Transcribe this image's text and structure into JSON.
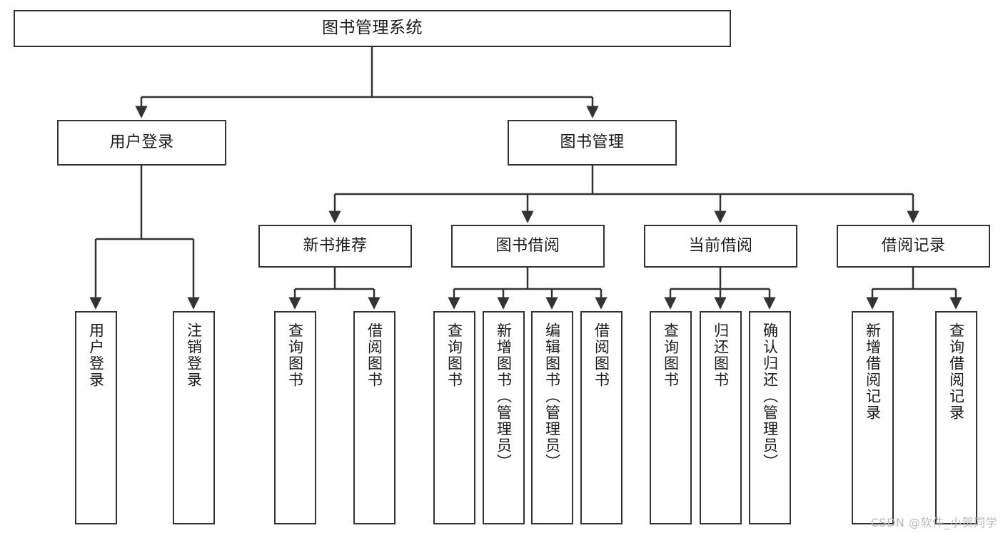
{
  "diagram": {
    "title": "图书管理系统",
    "type": "function-structure-tree",
    "line_color": "#333333",
    "box_fill": "#ffffff",
    "text_color": "#1a1a1a",
    "root": {
      "id": "root",
      "label": "图书管理系统"
    },
    "tier2": [
      {
        "id": "user-login",
        "label": "用户登录"
      },
      {
        "id": "book-manage",
        "label": "图书管理"
      }
    ],
    "tier3": [
      {
        "id": "new-book-rec",
        "label": "新书推荐"
      },
      {
        "id": "book-borrow",
        "label": "图书借阅"
      },
      {
        "id": "current-borrow",
        "label": "当前借阅"
      },
      {
        "id": "borrow-record",
        "label": "借阅记录"
      }
    ],
    "leaves": {
      "user_login": [
        {
          "id": "leaf-user-login",
          "label": "用户登录"
        },
        {
          "id": "leaf-logout",
          "label": "注销登录"
        }
      ],
      "new_book_rec": [
        {
          "id": "leaf-query-book-1",
          "label": "查询图书"
        },
        {
          "id": "leaf-borrow-book-1",
          "label": "借阅图书"
        }
      ],
      "book_borrow": [
        {
          "id": "leaf-query-book-2",
          "label": "查询图书"
        },
        {
          "id": "leaf-add-book",
          "label": "新增图书（管理员）"
        },
        {
          "id": "leaf-edit-book",
          "label": "编辑图书（管理员）"
        },
        {
          "id": "leaf-borrow-book-2",
          "label": "借阅图书"
        }
      ],
      "current_borrow": [
        {
          "id": "leaf-query-book-3",
          "label": "查询图书"
        },
        {
          "id": "leaf-return-book",
          "label": "归还图书"
        },
        {
          "id": "leaf-confirm-return",
          "label": "确认归还（管理员）"
        }
      ],
      "borrow_record": [
        {
          "id": "leaf-add-record",
          "label": "新增借阅记录"
        },
        {
          "id": "leaf-query-record",
          "label": "查询借阅记录"
        }
      ]
    }
  },
  "watermark": {
    "text": "CSDN @软件_小贺同学"
  }
}
